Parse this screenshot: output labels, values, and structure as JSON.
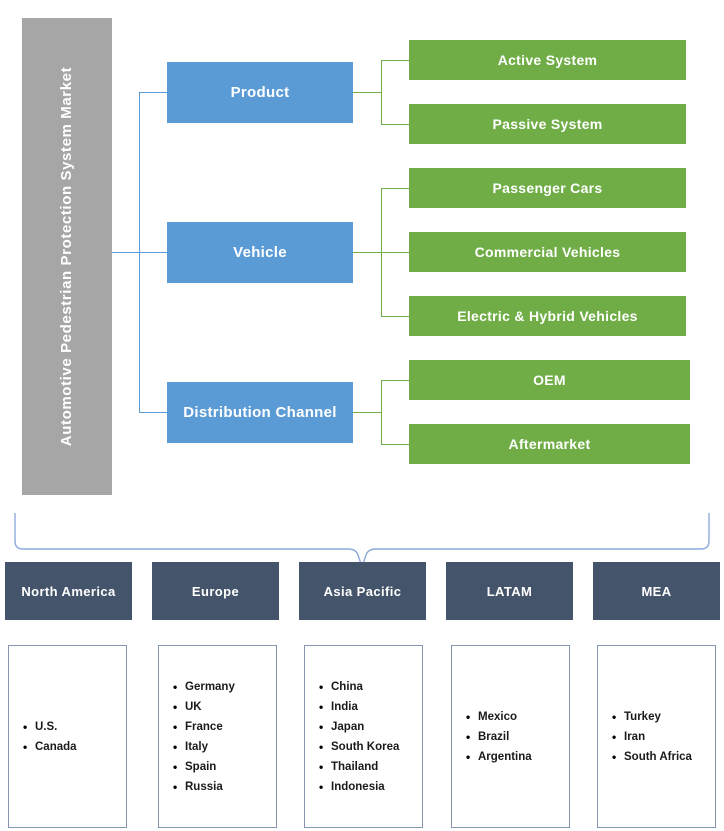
{
  "title": "Automotive  Pedestrian  Protection  System  Market",
  "colors": {
    "root": "#A6A6A6",
    "segment": "#5B9BD5",
    "subsegment": "#70AD47",
    "region_header": "#44546A",
    "region_list_border": "#8496B0",
    "connector_blue": "#5B9BD5",
    "connector_green": "#70AD47"
  },
  "segments": [
    {
      "label": "Product",
      "children": [
        {
          "label": "Active System"
        },
        {
          "label": "Passive System"
        }
      ]
    },
    {
      "label": "Vehicle",
      "children": [
        {
          "label": "Passenger Cars"
        },
        {
          "label": "Commercial Vehicles"
        },
        {
          "label": "Electric  & Hybrid Vehicles"
        }
      ]
    },
    {
      "label": "Distribution  Channel",
      "children": [
        {
          "label": "OEM"
        },
        {
          "label": "Aftermarket"
        }
      ]
    }
  ],
  "regions": [
    {
      "name": "North America",
      "countries": [
        "U.S.",
        "Canada"
      ]
    },
    {
      "name": "Europe",
      "countries": [
        "Germany",
        "UK",
        "France",
        "Italy",
        "Spain",
        "Russia"
      ]
    },
    {
      "name": "Asia Pacific",
      "countries": [
        "China",
        "India",
        "Japan",
        "South Korea",
        "Thailand",
        "Indonesia"
      ]
    },
    {
      "name": "LATAM",
      "countries": [
        "Mexico",
        "Brazil",
        "Argentina"
      ]
    },
    {
      "name": "MEA",
      "countries": [
        "Turkey",
        "Iran",
        "South Africa"
      ]
    }
  ]
}
